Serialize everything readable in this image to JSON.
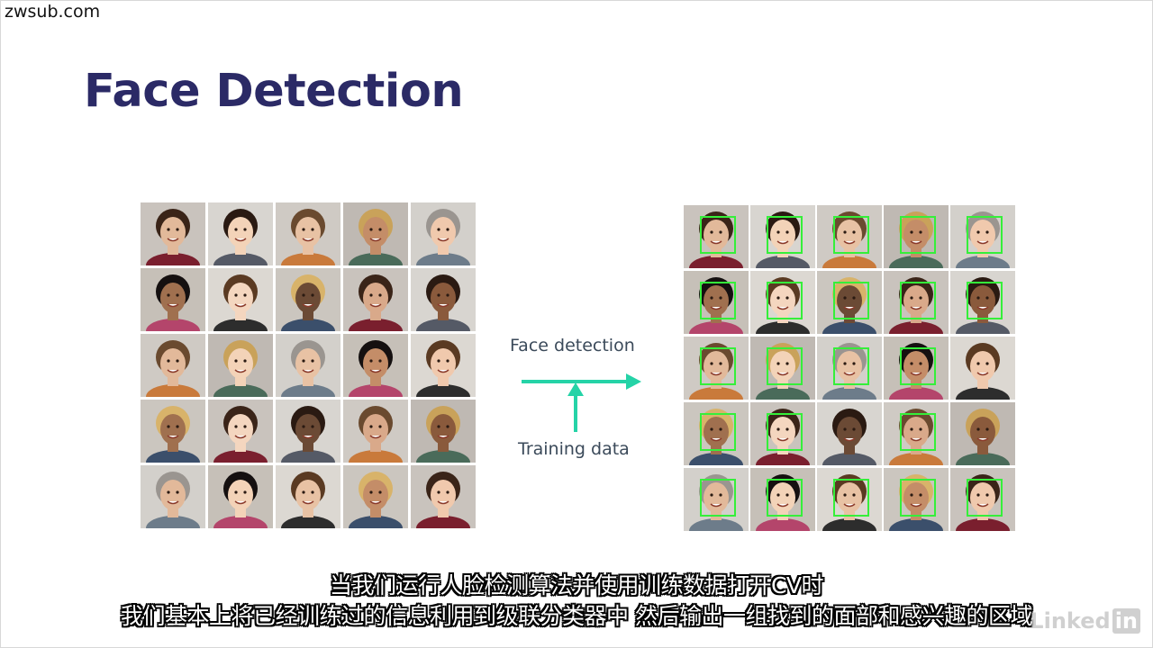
{
  "watermark": "zwsub.com",
  "slide": {
    "title": "Face Detection",
    "arrow_label": "Face detection",
    "input_label": "Training data"
  },
  "colors": {
    "title": "#2b2a66",
    "arrow": "#25d3a7",
    "detection_box": "#35ef3a"
  },
  "subtitles": {
    "line1": "当我们运行人脸检测算法并使用训练数据打开CV时",
    "line2": "我们基本上将已经训练过的信息利用到级联分类器中 然后输出一组找到的面部和感兴趣的区域"
  },
  "brand": {
    "text": "Linked",
    "badge": "in"
  }
}
